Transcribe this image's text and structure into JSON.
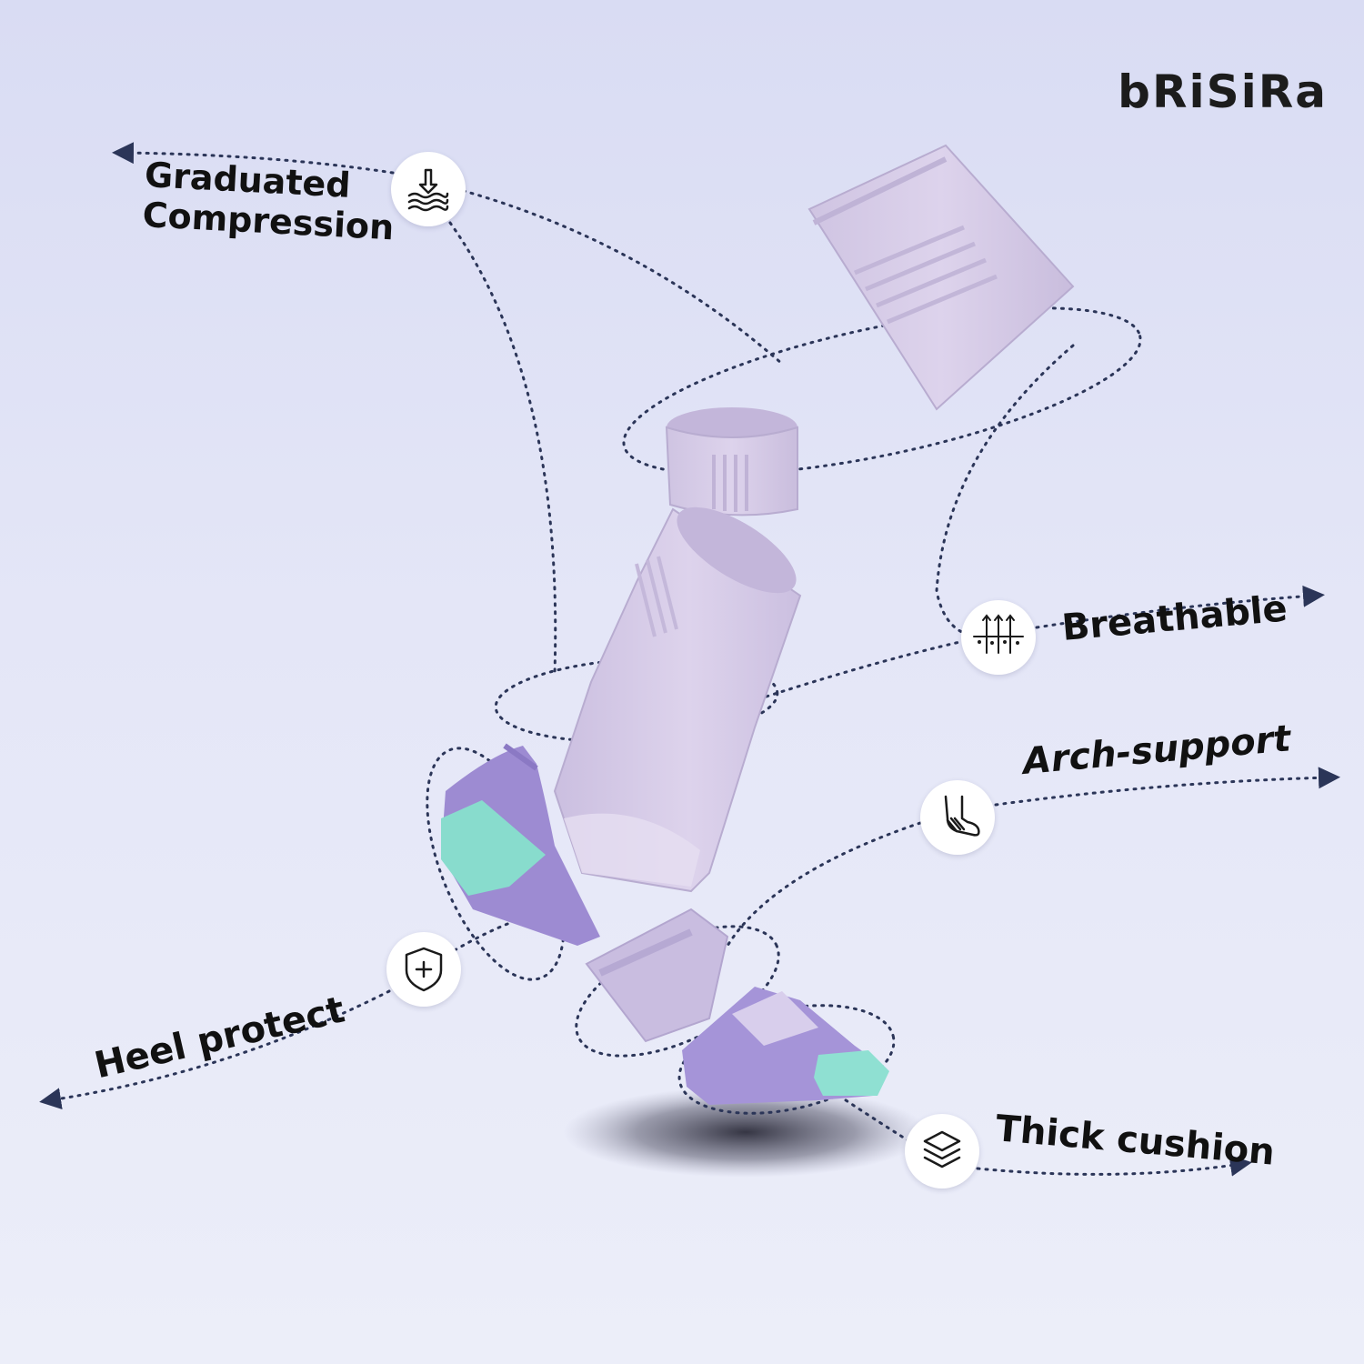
{
  "brand": {
    "name": "bRiSiRa"
  },
  "features": {
    "graduated_compression": {
      "line1": "Graduated",
      "line2": "Compression",
      "icon": "compression-icon"
    },
    "breathable": {
      "label": "Breathable",
      "icon": "breathable-icon"
    },
    "arch_support": {
      "label": "Arch-support",
      "icon": "sock-arch-icon"
    },
    "heel_protect": {
      "label": "Heel protect",
      "icon": "shield-plus-icon"
    },
    "thick_cushion": {
      "label": "Thick cushion",
      "icon": "layers-icon"
    }
  },
  "colors": {
    "sock_lavender": "#d4c8e6",
    "sock_purple": "#a494d6",
    "sock_mint": "#8fe0d2",
    "line_navy": "#2b3558"
  }
}
